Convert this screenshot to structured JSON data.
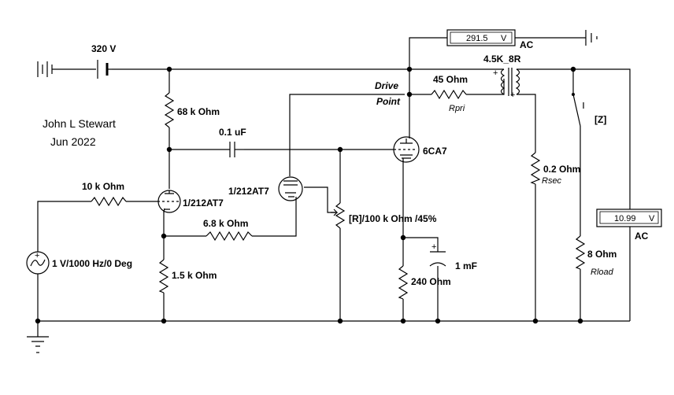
{
  "author": {
    "name": "John L Stewart",
    "date": "Jun 2022"
  },
  "supply": {
    "voltage": "320 V"
  },
  "source": {
    "label": "1 V/1000 Hz/0 Deg"
  },
  "resistors": {
    "r_input": "10 k Ohm",
    "r_plate": "68 k Ohm",
    "r_cathode": "1.5 k Ohm",
    "r_feedback": "6.8 k Ohm",
    "r_cathode_out": "240  Ohm",
    "r_pri": "45  Ohm",
    "r_pri_name": "Rpri",
    "r_sec": "0.2  Ohm",
    "r_sec_name": "Rsec",
    "r_load": "8  Ohm",
    "r_load_name": "Rload"
  },
  "potentiometer": {
    "label": "[R]/100 k Ohm /45%"
  },
  "capacitors": {
    "c_coupling": "0.1 uF",
    "c_bypass": "1 mF"
  },
  "tubes": {
    "v1": "1/212AT7",
    "v2": "1/212AT7",
    "v3": "6CA7"
  },
  "transformer": {
    "label": "4.5K_8R"
  },
  "drive_point": {
    "line1": "Drive",
    "line2": "Point"
  },
  "switch": {
    "key": "[Z]"
  },
  "meters": {
    "primary": {
      "value": "291.5",
      "unit": "V",
      "mode": "AC"
    },
    "load": {
      "value": "10.99",
      "unit": "V",
      "mode": "AC"
    }
  }
}
